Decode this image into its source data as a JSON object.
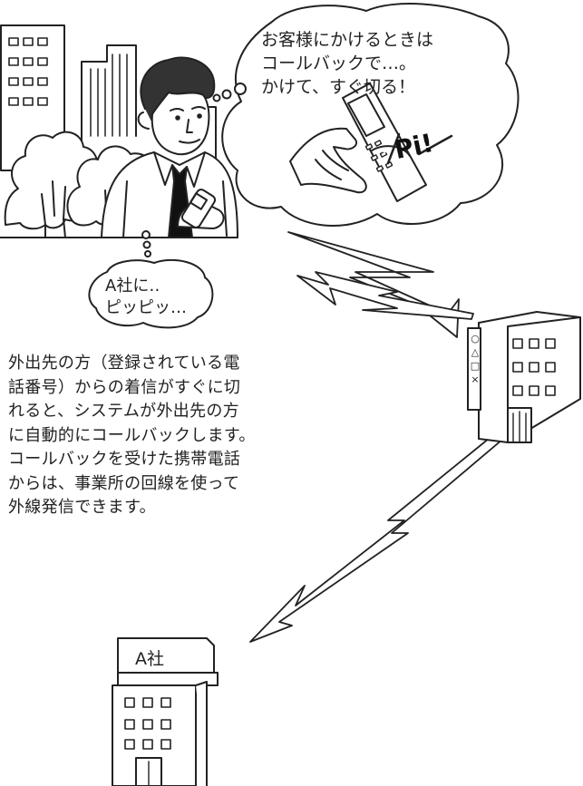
{
  "speech_top": {
    "lines": [
      "お客様にかけるときは",
      "コールバックで…。",
      "かけて、すぐ切る！"
    ]
  },
  "phone_sound": "Pi!",
  "speech_small": {
    "lines": [
      "A社に‥",
      "ピッピッ…"
    ]
  },
  "description": {
    "lines": [
      "外出先の方（登録されている電",
      "話番号）からの着信がすぐに切",
      "れると、システムが外出先の方",
      "に自動的にコールバックします。",
      "コールバックを受けた携帯電話",
      "からは、事業所の回線を使って",
      "外線発信できます。"
    ]
  },
  "company_sign": "A社",
  "panel_symbols": [
    "○",
    "△",
    "□",
    "×"
  ],
  "colors": {
    "line": "#222222",
    "background": "#ffffff"
  }
}
